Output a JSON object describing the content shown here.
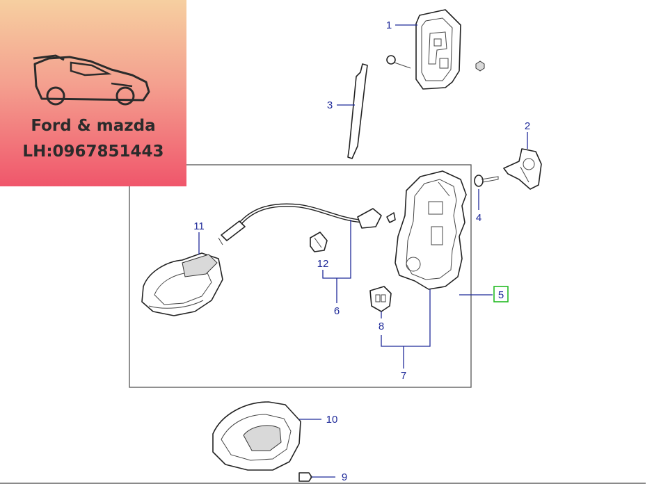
{
  "brand": {
    "title": "Ford & mazda",
    "phone": "LH:0967851443",
    "logo_icon": "sports-car-icon"
  },
  "callouts": [
    "1",
    "2",
    "3",
    "4",
    "5",
    "6",
    "7",
    "8",
    "9",
    "10",
    "11",
    "12"
  ],
  "colors": {
    "callout_text": "#1f2a99",
    "highlight_box": "#22bb22",
    "brand_gradient_top": "#f6cfa0",
    "brand_gradient_bottom": "#f0566b"
  }
}
